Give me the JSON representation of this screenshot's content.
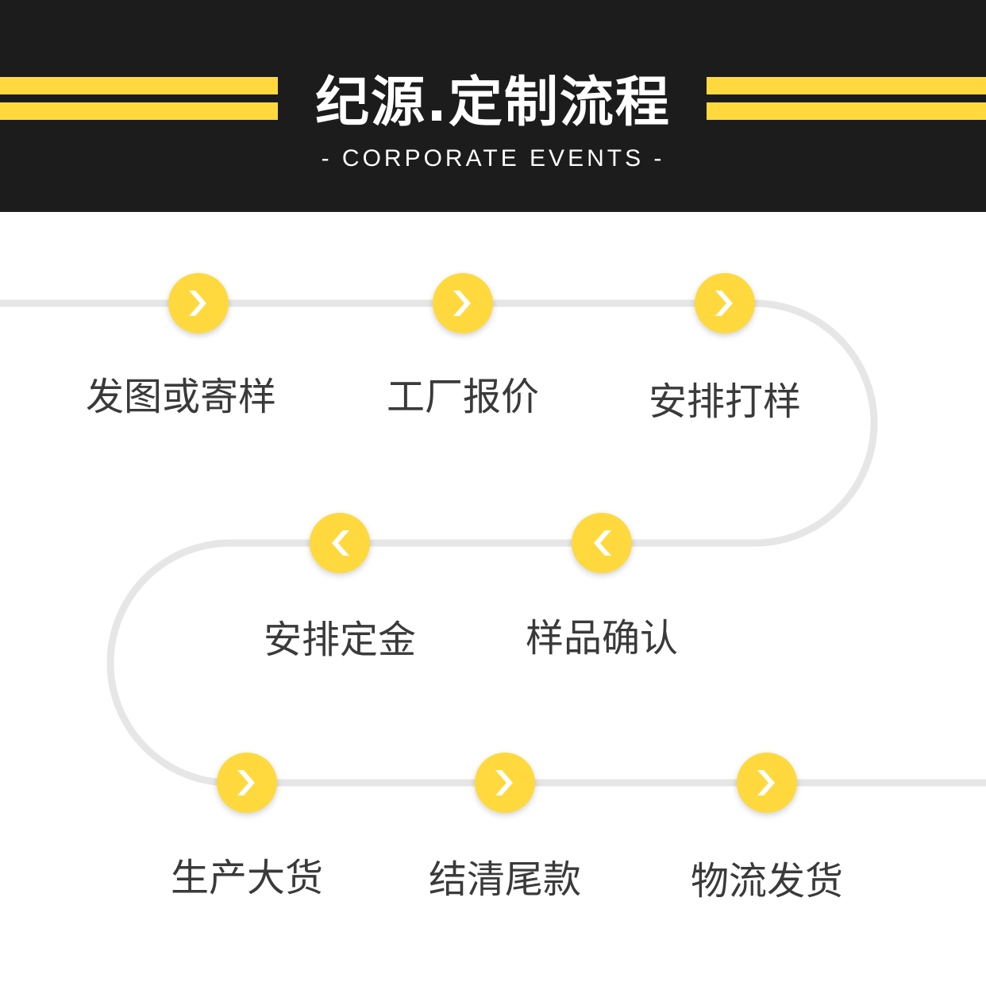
{
  "header": {
    "title": "纪源.定制流程",
    "subtitle": "- CORPORATE EVENTS -"
  },
  "colors": {
    "header_bg": "#1c1c1c",
    "accent": "#ffd93d",
    "path": "#e6e6e6",
    "label": "#3a3a3a"
  },
  "steps": [
    {
      "label": "发图或寄样",
      "direction": "right",
      "icon": "chevron-right-icon"
    },
    {
      "label": "工厂报价",
      "direction": "right",
      "icon": "chevron-right-icon"
    },
    {
      "label": "安排打样",
      "direction": "right",
      "icon": "chevron-right-icon"
    },
    {
      "label": "安排定金",
      "direction": "left",
      "icon": "chevron-left-icon"
    },
    {
      "label": "样品确认",
      "direction": "left",
      "icon": "chevron-left-icon"
    },
    {
      "label": "生产大货",
      "direction": "right",
      "icon": "chevron-right-icon"
    },
    {
      "label": "结清尾款",
      "direction": "right",
      "icon": "chevron-right-icon"
    },
    {
      "label": "物流发货",
      "direction": "right",
      "icon": "chevron-right-icon"
    }
  ]
}
